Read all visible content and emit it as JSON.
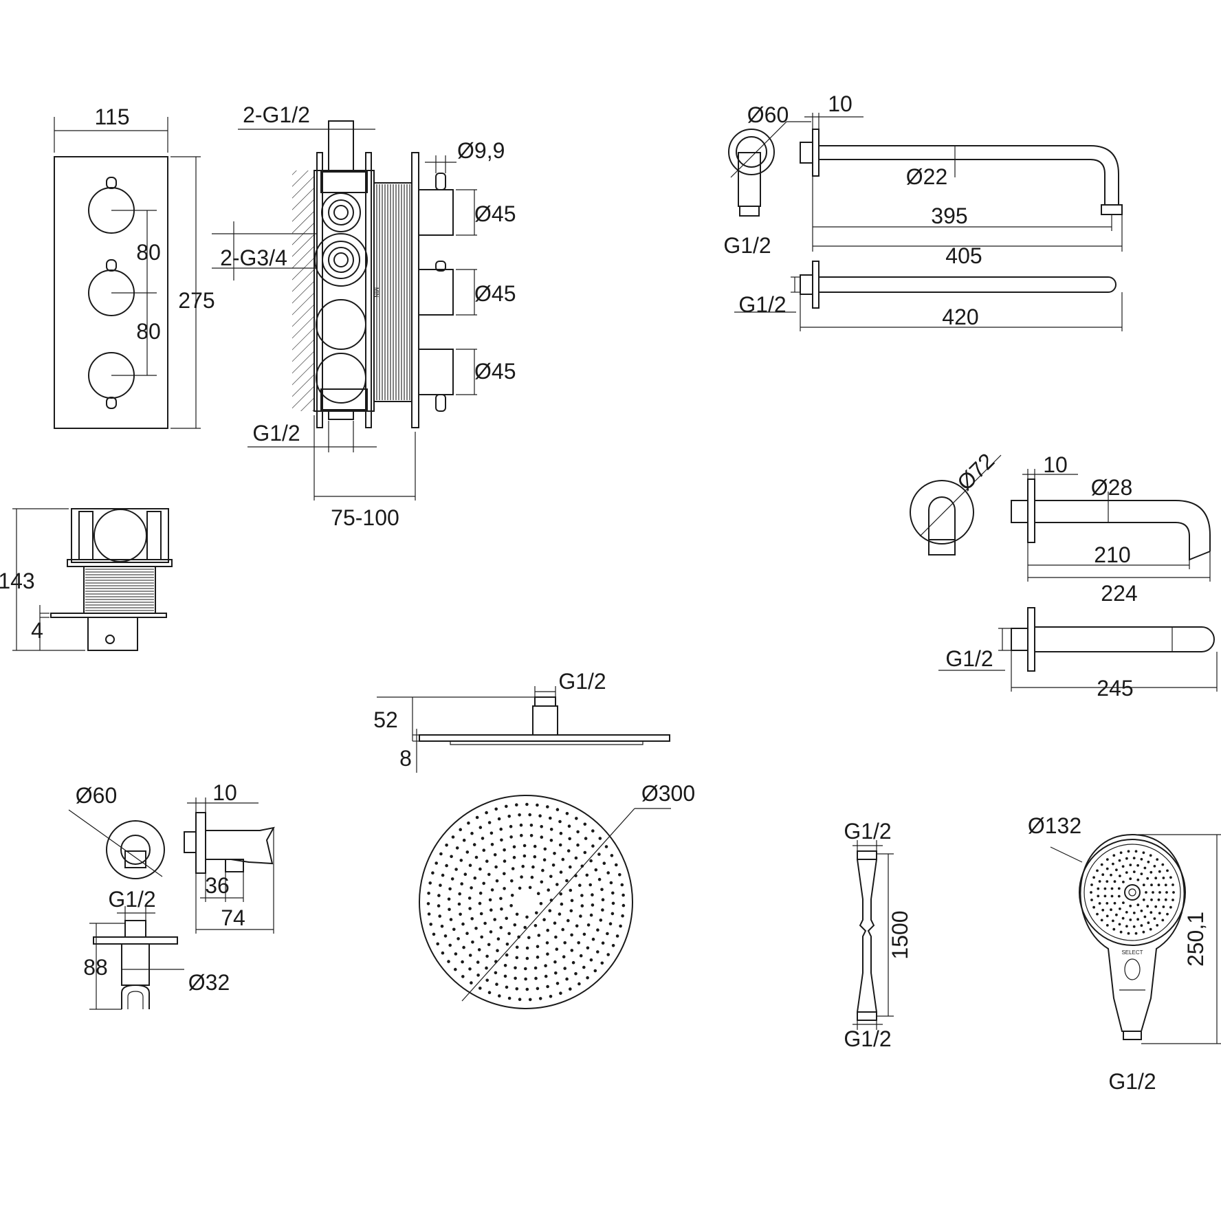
{
  "valve_front": {
    "width": "115",
    "height": "275",
    "spacing_1": "80",
    "spacing_2": "80"
  },
  "valve_side": {
    "outlets": "2-G1/2",
    "inlets": "2-G3/4",
    "bottom_outlet": "G1/2",
    "spindle": "Ø9,9",
    "knob_1": "Ø45",
    "knob_2": "Ø45",
    "knob_3": "Ø45",
    "depth": "75-100",
    "min_mark": "MIN"
  },
  "valve_top": {
    "depth": "143",
    "plate": "4"
  },
  "shower_arm": {
    "flange": "Ø60",
    "flange_thickness": "10",
    "pipe": "Ø22",
    "thread": "G1/2",
    "reach_1": "395",
    "reach_2": "405",
    "thread_2": "G1/2",
    "length": "420"
  },
  "bath_spout": {
    "flange": "Ø72",
    "flange_thickness": "10",
    "pipe": "Ø28",
    "reach_1": "210",
    "reach_2": "224",
    "thread": "G1/2",
    "length": "245"
  },
  "overhead": {
    "inlet": "G1/2",
    "height": "52",
    "thickness": "8",
    "diameter": "Ø300"
  },
  "wall_outlet": {
    "flange": "Ø60",
    "flange_thickness": "10",
    "thread": "G1/2",
    "offset": "36",
    "depth": "74",
    "height": "88",
    "holder": "Ø32"
  },
  "hose": {
    "top": "G1/2",
    "length": "1500",
    "bottom": "G1/2"
  },
  "hand_shower": {
    "diameter": "Ø132",
    "length": "250,1",
    "thread": "G1/2",
    "brand": "SELECT"
  }
}
